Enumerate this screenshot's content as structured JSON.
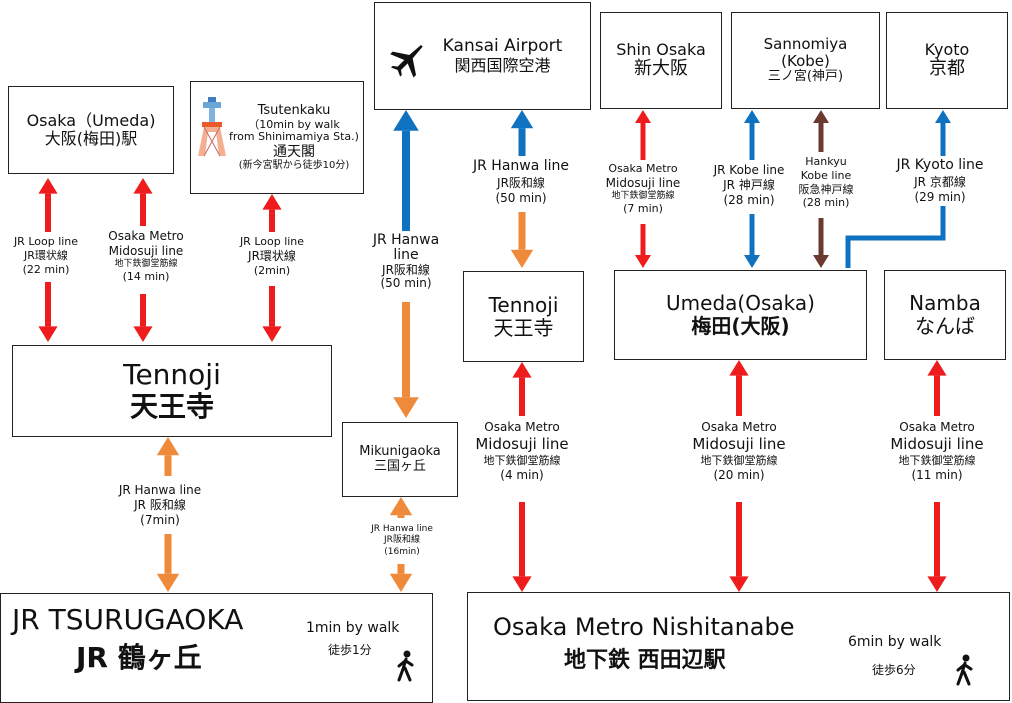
{
  "colors": {
    "red": "#ee1c1c",
    "blue": "#0f72c1",
    "orange": "#ee8a3a",
    "brown": "#6b3a2e"
  },
  "boxes": {
    "osaka_umeda": {
      "en": "Osaka（Umeda)",
      "ja": "大阪(梅田)駅"
    },
    "tsutenkaku": {
      "en": "Tsutenkaku",
      "note1": "（10min by walk",
      "note2": "from Shinimamiya Sta.)",
      "ja": "通天閣",
      "ja_note": "(新今宮駅から徒歩10分)"
    },
    "tennoji_main": {
      "en": "Tennoji",
      "ja": "天王寺"
    },
    "jr_tsurugaoka": {
      "en": "JR TSURUGAOKA",
      "ja": "JR 鶴ヶ丘",
      "walk": "1min by walk",
      "walk_ja": "徒歩1分"
    },
    "kansai_airport": {
      "en": "Kansai Airport",
      "ja": "関西国際空港"
    },
    "mikunigaoka": {
      "en": "Mikunigaoka",
      "ja": "三国ヶ丘"
    },
    "shin_osaka": {
      "en": "Shin Osaka",
      "ja": "新大阪"
    },
    "sannomiya": {
      "en": "Sannomiya",
      "en2": "(Kobe)",
      "ja": "三ノ宮(神戸)"
    },
    "kyoto": {
      "en": "Kyoto",
      "ja": "京都"
    },
    "tennoji_right": {
      "en": "Tennoji",
      "ja": "天王寺"
    },
    "umeda": {
      "en": "Umeda(Osaka)",
      "ja": "梅田(大阪)"
    },
    "namba": {
      "en": "Namba",
      "ja": "なんば"
    },
    "nishitanabe": {
      "en": "Osaka Metro Nishitanabe",
      "ja": "地下鉄 西田辺駅",
      "walk": "6min by walk",
      "walk_ja": "徒歩6分"
    }
  },
  "lines": {
    "loop1": {
      "l1": "JR Loop line",
      "l2": "JR環状線",
      "l3": "(22 min)"
    },
    "midosuji_umeda": {
      "l1": "Osaka Metro",
      "l2": "Midosuji line",
      "l3": "地下鉄御堂筋線",
      "l4": "(14 min)"
    },
    "loop2": {
      "l1": "JR Loop line",
      "l2": "JR環状線",
      "l3": "(2min)"
    },
    "hanwa_tsurugaoka": {
      "l1": "JR Hanwa line",
      "l2": "JR 阪和線",
      "l3": "(7min)"
    },
    "hanwa_airport_left": {
      "l1": "JR Hanwa",
      "l2": "line",
      "l3": "JR阪和線",
      "l4": "(50 min)"
    },
    "hanwa_mikuni": {
      "l1": "JR Hanwa line",
      "l2": "JR阪和線",
      "l3": "(16min)"
    },
    "hanwa_airport_right": {
      "l1": "JR Hanwa line",
      "l2": "JR阪和線",
      "l3": "(50 min)"
    },
    "midosuji_shin": {
      "l1": "Osaka Metro",
      "l2": "Midosuji line",
      "l3": "地下鉄御堂筋線",
      "l4": "(7 min)"
    },
    "kobe_jr": {
      "l1": "JR Kobe line",
      "l2": "JR 神戸線",
      "l3": "(28 min)"
    },
    "hankyu": {
      "l1": "Hankyu",
      "l2": "Kobe line",
      "l3": "阪急神戸線",
      "l4": "(28 min)"
    },
    "kyoto_jr": {
      "l1": "JR Kyoto line",
      "l2": "JR 京都線",
      "l3": "(29 min)"
    },
    "m_tennoji": {
      "l1": "Osaka Metro",
      "l2": "Midosuji line",
      "l3": "地下鉄御堂筋線",
      "l4": "(4 min)"
    },
    "m_umeda": {
      "l1": "Osaka Metro",
      "l2": "Midosuji line",
      "l3": "地下鉄御堂筋線",
      "l4": "(20 min)"
    },
    "m_namba": {
      "l1": "Osaka Metro",
      "l2": "Midosuji line",
      "l3": "地下鉄御堂筋線",
      "l4": "(11 min)"
    }
  },
  "icons": {
    "airplane": "airplane-icon",
    "tower": "tower-icon",
    "walker": "walking-person-icon"
  }
}
